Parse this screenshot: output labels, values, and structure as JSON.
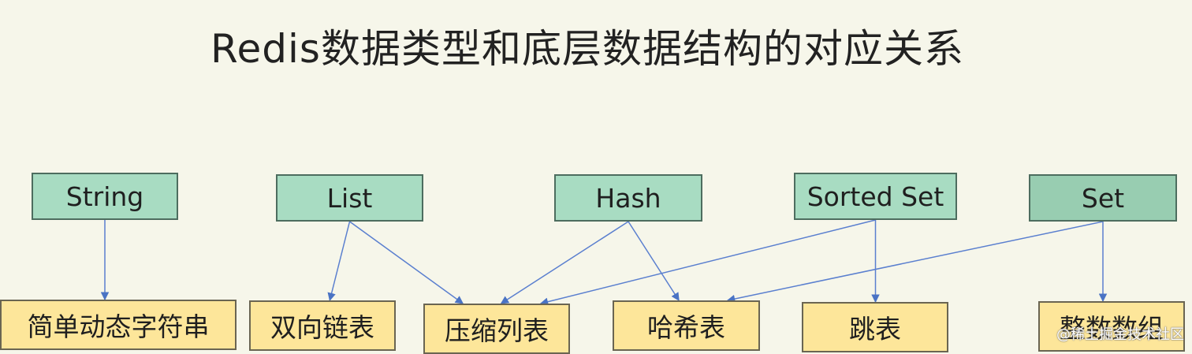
{
  "title": "Redis数据类型和底层数据结构的对应关系",
  "data_types": [
    {
      "id": "string",
      "label": "String"
    },
    {
      "id": "list",
      "label": "List"
    },
    {
      "id": "hash",
      "label": "Hash"
    },
    {
      "id": "sorted_set",
      "label": "Sorted Set"
    },
    {
      "id": "set",
      "label": "Set"
    }
  ],
  "structures": [
    {
      "id": "sds",
      "label": "简单动态字符串"
    },
    {
      "id": "linkedlist",
      "label": "双向链表"
    },
    {
      "id": "ziplist",
      "label": "压缩列表"
    },
    {
      "id": "hashtable",
      "label": "哈希表"
    },
    {
      "id": "skiplist",
      "label": "跳表"
    },
    {
      "id": "intset",
      "label": "整数数组"
    }
  ],
  "edges": [
    {
      "from": "string",
      "to": "sds"
    },
    {
      "from": "list",
      "to": "linkedlist"
    },
    {
      "from": "list",
      "to": "ziplist"
    },
    {
      "from": "hash",
      "to": "ziplist"
    },
    {
      "from": "hash",
      "to": "hashtable"
    },
    {
      "from": "sorted_set",
      "to": "ziplist"
    },
    {
      "from": "sorted_set",
      "to": "skiplist"
    },
    {
      "from": "set",
      "to": "hashtable"
    },
    {
      "from": "set",
      "to": "intset"
    }
  ],
  "watermark": "@稀土掘金技术社区"
}
